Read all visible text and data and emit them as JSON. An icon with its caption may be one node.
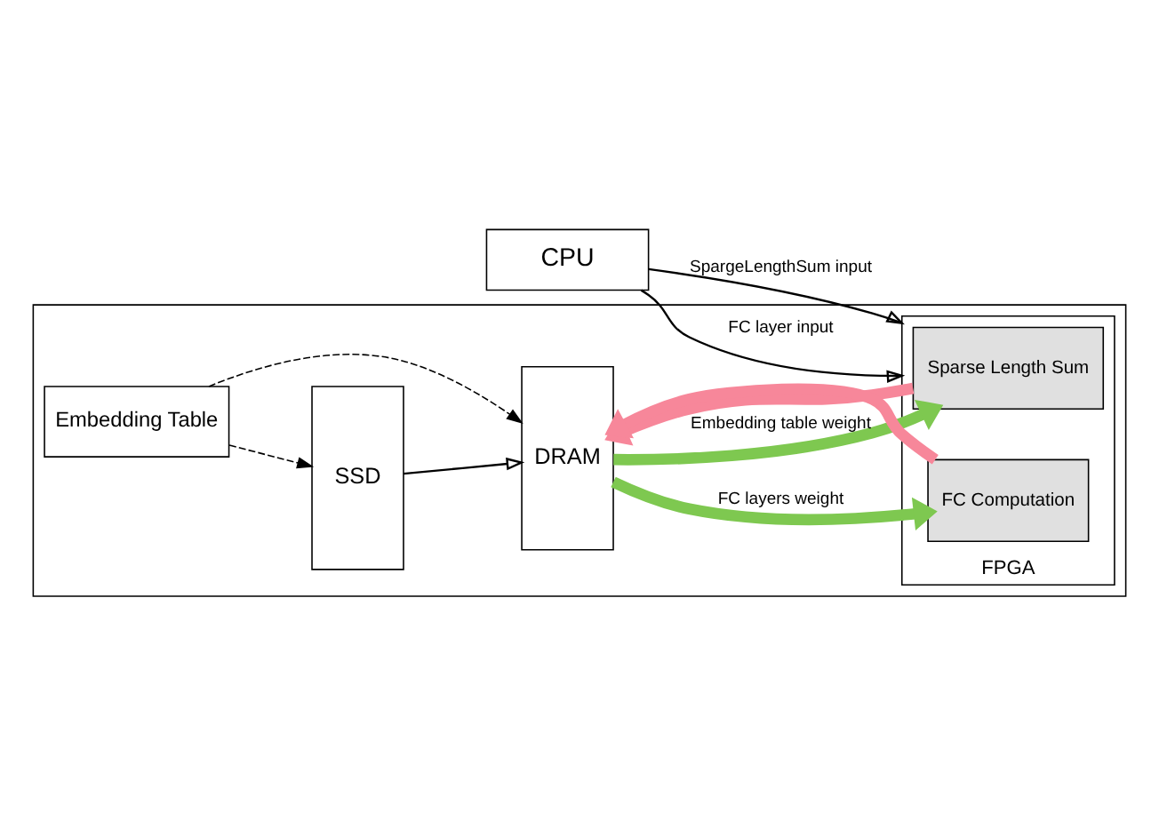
{
  "diagram": {
    "nodes": [
      {
        "text": [
          "CPU"
        ]
      },
      {
        "text": [],
        "shape": "box"
      },
      {
        "text": [
          "SSD"
        ],
        "in": 1
      },
      {
        "text": [
          "DRAM"
        ],
        "in": 1
      },
      {
        "text": [
          "FPGA"
        ],
        "in": 1
      },
      {
        "text": [
          "Sparse Length Sum"
        ],
        "in": 4
      },
      {
        "text": [
          "FC Computation"
        ],
        "in": 4
      },
      {
        "text": [
          "Embedding Table"
        ],
        "in": 1
      }
    ],
    "edges": [
      {
        "from": 0,
        "to": 4,
        "arrow": "to",
        "label": "SpargeLengthSum input"
      },
      {
        "from": 0,
        "to": 4,
        "arrow": "to",
        "label": "FC layer input"
      },
      {
        "from": 2,
        "to": 3,
        "arrow": "to"
      },
      {
        "from": 7,
        "to": 2,
        "arrow": "to",
        "style": "dashed"
      },
      {
        "from": 7,
        "to": 3,
        "arrow": "to",
        "style": "dashed"
      },
      {
        "from": 3,
        "to": 5,
        "arrow": "to",
        "label": "Embedding table weight",
        "style": "thick",
        "color": "#7ec850"
      },
      {
        "from": 3,
        "to": 6,
        "arrow": "to",
        "label": "FC layers weight",
        "style": "thick",
        "color": "#7ec850"
      },
      {
        "from": 5,
        "to": 3,
        "arrow": "to",
        "style": "thick",
        "color": "#f7879a"
      },
      {
        "from": 6,
        "to": 3,
        "arrow": "to",
        "style": "thick",
        "color": "#f7879a"
      }
    ]
  }
}
